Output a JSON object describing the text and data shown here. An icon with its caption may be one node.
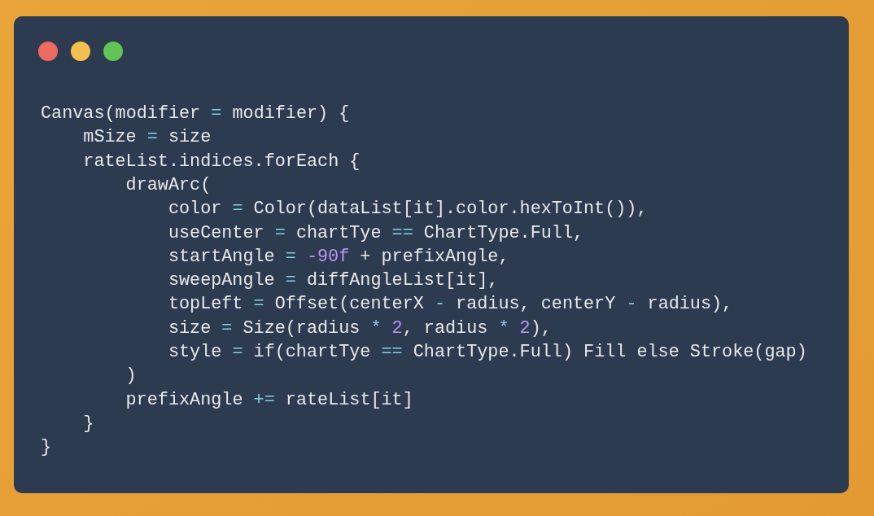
{
  "diagram": {
    "labels": [
      "Canvas(modifier = modifier) {",
      "mSize = size",
      "rateList.indices.forEach {",
      "drawArc(",
      "color = Color(dataList[it].color.hexToInt()),",
      "useCenter = chartTye == ChartType.Full,",
      "startAngle = -90f + prefixAngle,",
      "sweepAngle = diffAngleList[it],",
      "topLeft = Offset(centerX - radius, centerY - radius),",
      "size = Size(radius * 2, radius * 2),",
      "style = if(chartTye == ChartType.Full) Fill else Stroke(gap)",
      ")",
      "prefixAngle += rateList[it]",
      "}",
      "}"
    ]
  }
}
